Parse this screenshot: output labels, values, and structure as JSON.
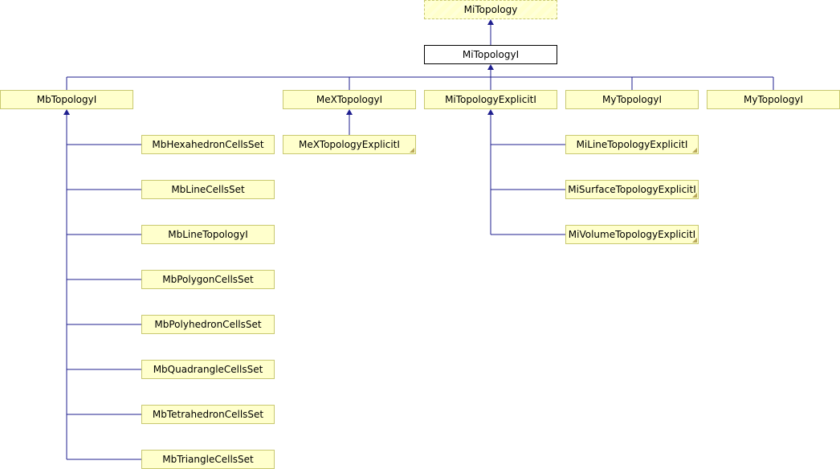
{
  "diagram": {
    "nodes": {
      "MiTopology": "MiTopology",
      "MiTopologyI": "MiTopologyI",
      "MbTopologyI": "MbTopologyI",
      "MeXTopologyI": "MeXTopologyI",
      "MiTopologyExplicitI": "MiTopologyExplicitI",
      "MyTopologyI_1": "MyTopologyI",
      "MyTopologyI_2": "MyTopologyI",
      "MbHexahedronCellsSet": "MbHexahedronCellsSet",
      "MbLineCellsSet": "MbLineCellsSet",
      "MbLineTopologyI": "MbLineTopologyI",
      "MbPolygonCellsSet": "MbPolygonCellsSet",
      "MbPolyhedronCellsSet": "MbPolyhedronCellsSet",
      "MbQuadrangleCellsSet": "MbQuadrangleCellsSet",
      "MbTetrahedronCellsSet": "MbTetrahedronCellsSet",
      "MbTriangleCellsSet": "MbTriangleCellsSet",
      "MeXTopologyExplicitI": "MeXTopologyExplicitI",
      "MiLineTopologyExplicitI": "MiLineTopologyExplicitI",
      "MiSurfaceTopologyExplicitI": "MiSurfaceTopologyExplicitI",
      "MiVolumeTopologyExplicitI": "MiVolumeTopologyExplicitI"
    },
    "edges": [
      {
        "from": "MiTopologyI",
        "to": "MiTopology"
      },
      {
        "from": "MbTopologyI",
        "to": "MiTopologyI"
      },
      {
        "from": "MeXTopologyI",
        "to": "MiTopologyI"
      },
      {
        "from": "MiTopologyExplicitI",
        "to": "MiTopologyI"
      },
      {
        "from": "MyTopologyI_1",
        "to": "MiTopologyI"
      },
      {
        "from": "MyTopologyI_2",
        "to": "MiTopologyI"
      },
      {
        "from": "MbHexahedronCellsSet",
        "to": "MbTopologyI"
      },
      {
        "from": "MbLineCellsSet",
        "to": "MbTopologyI"
      },
      {
        "from": "MbLineTopologyI",
        "to": "MbTopologyI"
      },
      {
        "from": "MbPolygonCellsSet",
        "to": "MbTopologyI"
      },
      {
        "from": "MbPolyhedronCellsSet",
        "to": "MbTopologyI"
      },
      {
        "from": "MbQuadrangleCellsSet",
        "to": "MbTopologyI"
      },
      {
        "from": "MbTetrahedronCellsSet",
        "to": "MbTopologyI"
      },
      {
        "from": "MbTriangleCellsSet",
        "to": "MbTopologyI"
      },
      {
        "from": "MeXTopologyExplicitI",
        "to": "MeXTopologyI"
      },
      {
        "from": "MiLineTopologyExplicitI",
        "to": "MiTopologyExplicitI"
      },
      {
        "from": "MiSurfaceTopologyExplicitI",
        "to": "MiTopologyExplicitI"
      },
      {
        "from": "MiVolumeTopologyExplicitI",
        "to": "MiTopologyExplicitI"
      }
    ]
  }
}
